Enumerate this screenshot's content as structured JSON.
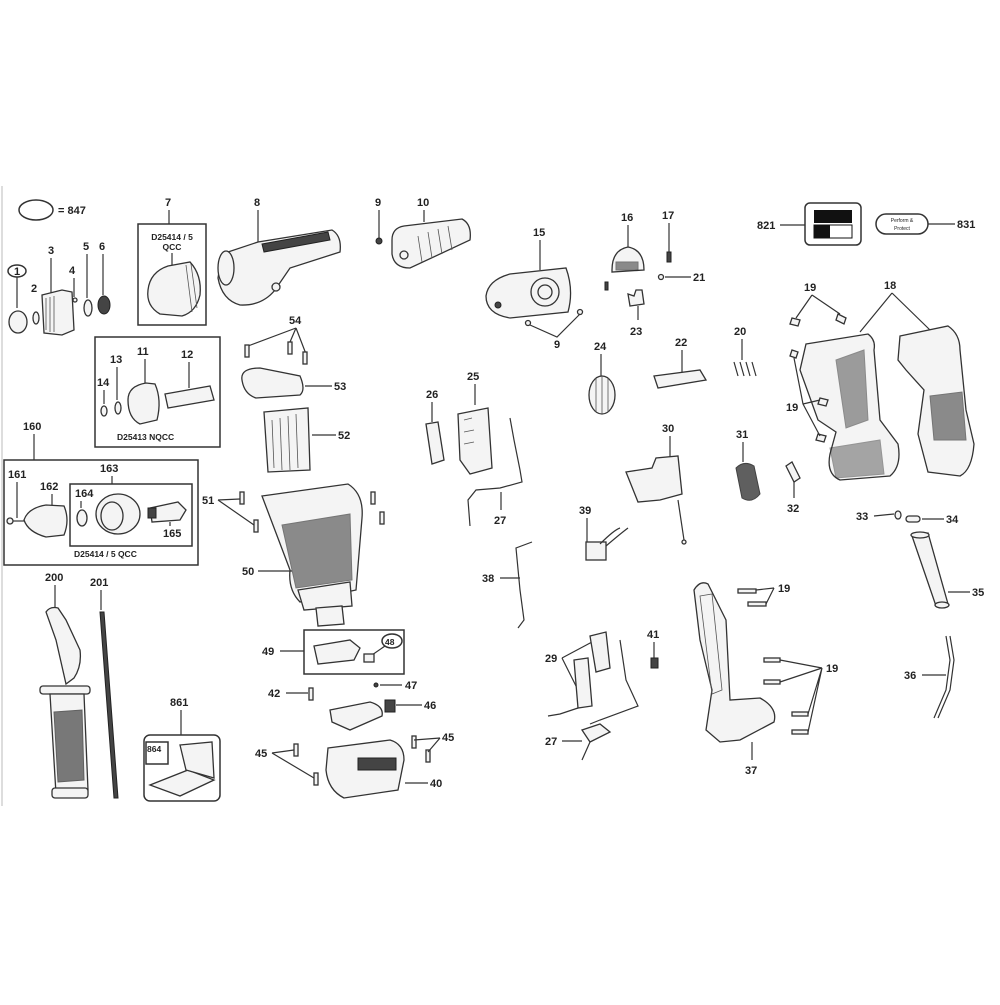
{
  "diagram": {
    "type": "exploded-parts-diagram",
    "legend": {
      "oval_equals": "= 847"
    },
    "groups": {
      "chuck_qcc_7": {
        "label": "7",
        "caption_line1": "D25414 / 5",
        "caption_line2": "QCC"
      },
      "nqcc_group": {
        "caption": "D25413 NQCC"
      },
      "group_160": {
        "label": "160",
        "caption": "D25414 / 5 QCC"
      },
      "group_49": {
        "label": "49"
      },
      "kit_861": {
        "label": "861",
        "inner_label": "864"
      }
    },
    "badges": {
      "label_821": "821",
      "label_831": "831",
      "perform_protect_line1": "Perform &",
      "perform_protect_line2": "Protect"
    },
    "parts": {
      "p1": "1",
      "p2": "2",
      "p3": "3",
      "p4": "4",
      "p5": "5",
      "p6": "6",
      "p8": "8",
      "p9a": "9",
      "p9b": "9",
      "p10": "10",
      "p11": "11",
      "p12": "12",
      "p13": "13",
      "p14": "14",
      "p15": "15",
      "p16": "16",
      "p17": "17",
      "p18": "18",
      "p19a": "19",
      "p19b": "19",
      "p19c": "19",
      "p19d": "19",
      "p20": "20",
      "p21": "21",
      "p22": "22",
      "p23": "23",
      "p24": "24",
      "p25": "25",
      "p26": "26",
      "p27a": "27",
      "p27b": "27",
      "p29": "29",
      "p30": "30",
      "p31": "31",
      "p32": "32",
      "p33": "33",
      "p34": "34",
      "p35": "35",
      "p36": "36",
      "p37": "37",
      "p38": "38",
      "p39": "39",
      "p40": "40",
      "p41": "41",
      "p42": "42",
      "p45a": "45",
      "p45b": "45",
      "p46": "46",
      "p47": "47",
      "p48": "48",
      "p50": "50",
      "p51": "51",
      "p52": "52",
      "p53": "53",
      "p54": "54",
      "p161": "161",
      "p162": "162",
      "p163": "163",
      "p164": "164",
      "p165": "165",
      "p200": "200",
      "p201": "201"
    }
  }
}
